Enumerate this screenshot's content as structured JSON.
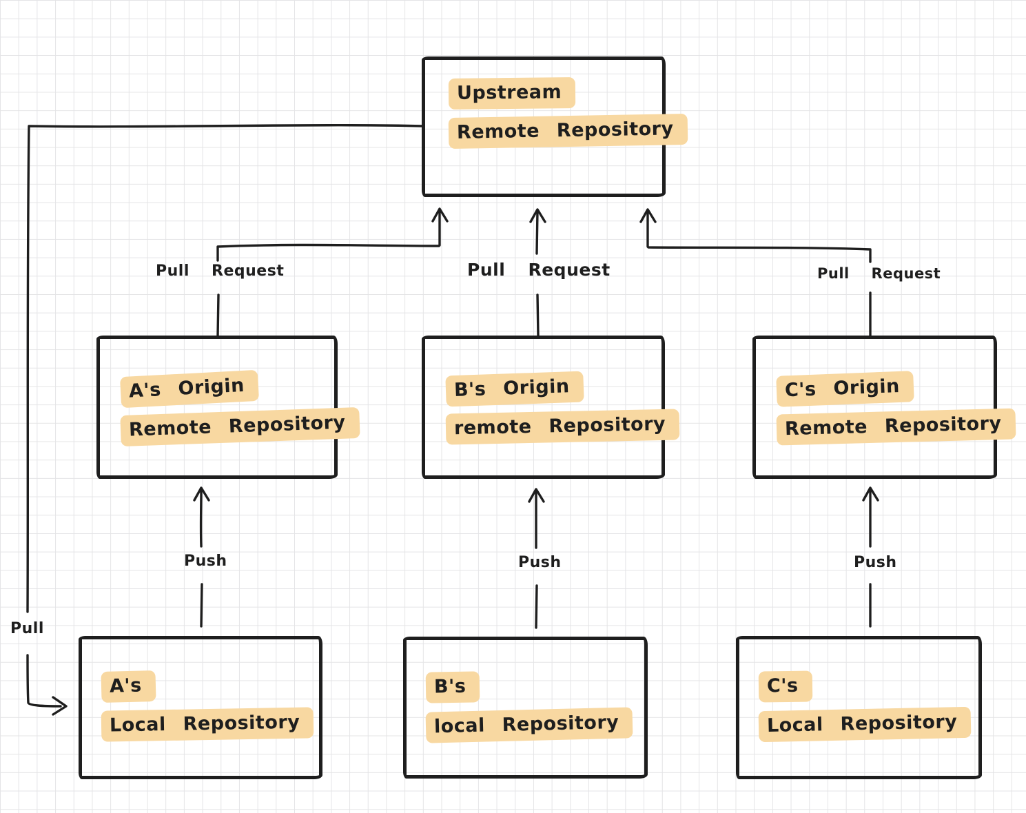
{
  "canvas": {
    "background": "#ffffff",
    "grid_color": "#e4e4e6",
    "ink_color": "#1e1e1e",
    "highlight_color": "#f8d8a1"
  },
  "boxes": {
    "upstream": {
      "line1": "Upstream",
      "line2": "Remote Repository"
    },
    "origin_a": {
      "line1": "A's Origin",
      "line2": "Remote Repository"
    },
    "origin_b": {
      "line1": "B's Origin",
      "line2": "remote Repository"
    },
    "origin_c": {
      "line1": "C's Origin",
      "line2": "Remote Repository"
    },
    "local_a": {
      "line1": "A's",
      "line2": "Local Repository"
    },
    "local_b": {
      "line1": "B's",
      "line2": "local Repository"
    },
    "local_c": {
      "line1": "C's",
      "line2": "Local Repository"
    }
  },
  "labels": {
    "pull_request_a": "Pull Request",
    "pull_request_b": "Pull Request",
    "pull_request_c": "Pull Request",
    "push_a": "Push",
    "push_b": "Push",
    "push_c": "Push",
    "pull": "Pull"
  },
  "edges": [
    {
      "from": "a-origin-remote-repository",
      "to": "upstream-remote-repository",
      "label": "Pull Request"
    },
    {
      "from": "b-origin-remote-repository",
      "to": "upstream-remote-repository",
      "label": "Pull Request"
    },
    {
      "from": "c-origin-remote-repository",
      "to": "upstream-remote-repository",
      "label": "Pull Request"
    },
    {
      "from": "a-local-repository",
      "to": "a-origin-remote-repository",
      "label": "Push"
    },
    {
      "from": "b-local-repository",
      "to": "b-origin-remote-repository",
      "label": "Push"
    },
    {
      "from": "c-local-repository",
      "to": "c-origin-remote-repository",
      "label": "Push"
    },
    {
      "from": "upstream-remote-repository",
      "to": "a-local-repository",
      "label": "Pull"
    }
  ]
}
